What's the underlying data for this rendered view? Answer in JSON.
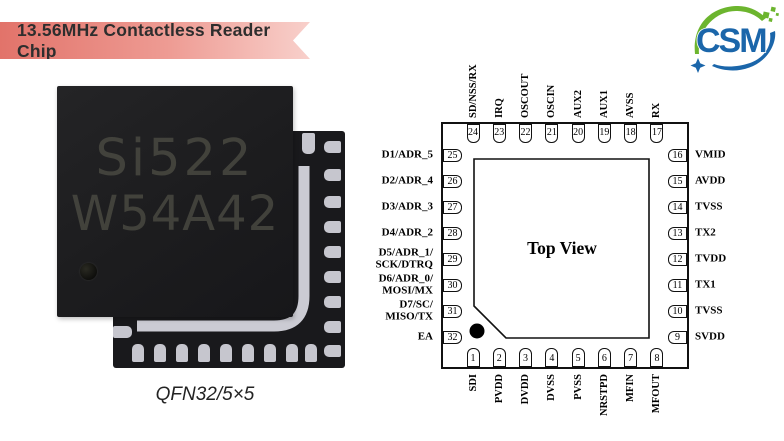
{
  "banner": {
    "text": "13.56MHz Contactless Reader Chip"
  },
  "logo": {
    "text": "CSM"
  },
  "chip": {
    "marking_line1": "Si522",
    "marking_line2": "W54A42",
    "package_label": "QFN32/5×5"
  },
  "pinout": {
    "title": "Top View",
    "top_pins": [
      {
        "num": "24",
        "label": "SD/NSS/RX"
      },
      {
        "num": "23",
        "label": "IRQ"
      },
      {
        "num": "22",
        "label": "OSCOUT"
      },
      {
        "num": "21",
        "label": "OSCIN"
      },
      {
        "num": "20",
        "label": "AUX2"
      },
      {
        "num": "19",
        "label": "AUX1"
      },
      {
        "num": "18",
        "label": "AVSS"
      },
      {
        "num": "17",
        "label": "RX"
      }
    ],
    "left_pins": [
      {
        "num": "25",
        "label": "D1/ADR_5"
      },
      {
        "num": "26",
        "label": "D2/ADR_4"
      },
      {
        "num": "27",
        "label": "D3/ADR_3"
      },
      {
        "num": "28",
        "label": "D4/ADR_2"
      },
      {
        "num": "29",
        "label": "D5/ADR_1/\nSCK/DTRQ"
      },
      {
        "num": "30",
        "label": "D6/ADR_0/\nMOSI/MX"
      },
      {
        "num": "31",
        "label": "D7/SC/\nMISO/TX"
      },
      {
        "num": "32",
        "label": "EA"
      }
    ],
    "right_pins": [
      {
        "num": "16",
        "label": "VMID"
      },
      {
        "num": "15",
        "label": "AVDD"
      },
      {
        "num": "14",
        "label": "TVSS"
      },
      {
        "num": "13",
        "label": "TX2"
      },
      {
        "num": "12",
        "label": "TVDD"
      },
      {
        "num": "11",
        "label": "TX1"
      },
      {
        "num": "10",
        "label": "TVSS"
      },
      {
        "num": "9",
        "label": "SVDD"
      }
    ],
    "bottom_pins": [
      {
        "num": "1",
        "label": "SDI"
      },
      {
        "num": "2",
        "label": "PVDD"
      },
      {
        "num": "3",
        "label": "DVDD"
      },
      {
        "num": "4",
        "label": "DVSS"
      },
      {
        "num": "5",
        "label": "PVSS"
      },
      {
        "num": "6",
        "label": "NRSTPD"
      },
      {
        "num": "7",
        "label": "MFIN"
      },
      {
        "num": "8",
        "label": "MFOUT"
      }
    ]
  },
  "colors": {
    "banner_left": "#e2736a",
    "banner_right": "#f8d0cb",
    "logo_blue": "#1b66aa",
    "logo_green": "#6cb52e",
    "diagram_line": "#111111",
    "chip_body": "#1c1c1e",
    "chip_marking": "#46463f"
  }
}
